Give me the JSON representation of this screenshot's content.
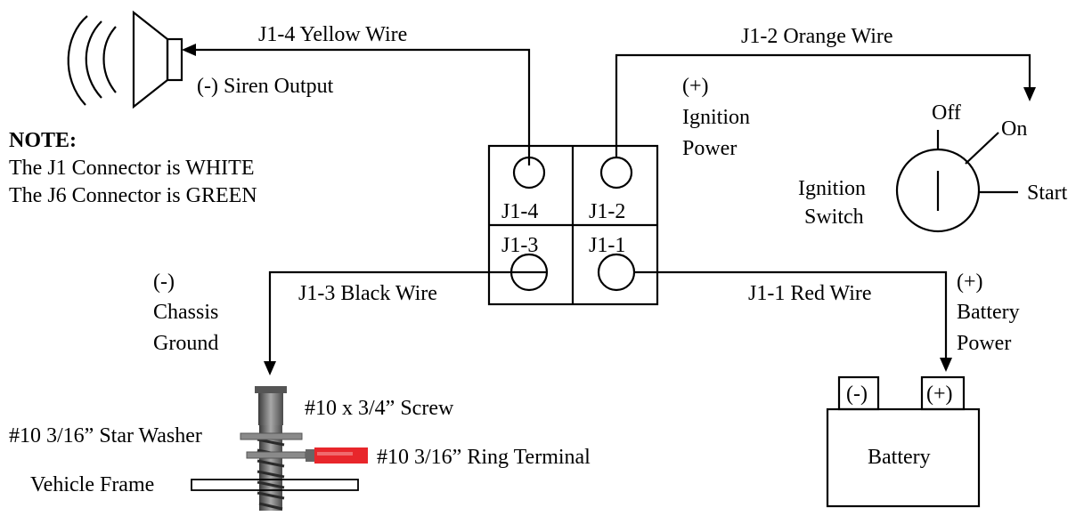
{
  "labels": {
    "yellow_wire": "J1-4 Yellow Wire",
    "orange_wire": "J1-2 Orange Wire",
    "siren_output": "(-) Siren Output",
    "ignition_plus": "(+)",
    "ignition_word": "Ignition",
    "power_word": "Power",
    "off": "Off",
    "on": "On",
    "start": "Start",
    "ignition_switch_1": "Ignition",
    "ignition_switch_2": "Switch",
    "chassis_minus": "(-)",
    "chassis_word": "Chassis",
    "ground_word": "Ground",
    "black_wire": "J1-3 Black Wire",
    "red_wire": "J1-1 Red Wire",
    "battery_plus": "(+)",
    "battery_word": "Battery",
    "battery_power": "Power",
    "terminal_neg": "(-)",
    "terminal_pos": "(+)",
    "battery_body": "Battery",
    "screw": "#10 x 3/4” Screw",
    "star_washer": "#10 3/16” Star Washer",
    "ring_terminal": "#10 3/16” Ring Terminal",
    "vehicle_frame": "Vehicle Frame"
  },
  "note": {
    "title": "NOTE:",
    "line1": "The J1 Connector is WHITE",
    "line2": "The J6 Connector is GREEN"
  },
  "connector": {
    "pin4": "J1-4",
    "pin2": "J1-2",
    "pin3": "J1-3",
    "pin1": "J1-1"
  },
  "colors": {
    "ring_terminal": "#e8262b",
    "screw_gray": "#6e6e6e",
    "line": "#000000"
  }
}
